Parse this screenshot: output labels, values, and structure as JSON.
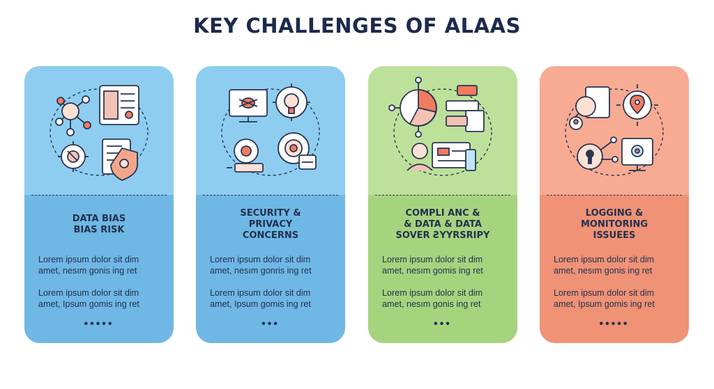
{
  "title": "KEY CHALLENGES OF ALAAS",
  "cards": [
    {
      "heading_lines": [
        "DATA BIAS",
        "BIAS RISK"
      ],
      "para1": [
        "Lorem ipsum dolor sit dim",
        "amet, nesım gonis ing ret"
      ],
      "para2": [
        "Lorem ipsum dolor sit dim",
        "amet, Ipsum gomis ing ret"
      ],
      "dots": "•••••",
      "colors": {
        "top": "#8ecdf0",
        "bottom": "#6fb7e4"
      },
      "icons": [
        "network-nodes-icon",
        "document-profile-icon",
        "gear-target-icon",
        "shield-checklist-icon"
      ]
    },
    {
      "heading_lines": [
        "SECURITY &",
        "PRIVACY",
        "CONCERNS"
      ],
      "para1": [
        "Lorem ipsum dolor sit dim",
        "amet, nesım gonris ing ret"
      ],
      "para2": [
        "Lorem ipsum dolor sit dim",
        "amet, Ipsum gomis ing ret"
      ],
      "dots": "•••",
      "colors": {
        "top": "#8ecdf0",
        "bottom": "#6fb7e4"
      },
      "icons": [
        "monitor-bug-icon",
        "gear-lightbulb-icon",
        "gear-laptop-icon",
        "gear-target-lock-icon"
      ]
    },
    {
      "heading_lines": [
        "COMPLI ANC &",
        "& DATA & DATA",
        "SOVER ƧYYRSRIPY"
      ],
      "para1": [
        "Lorem ipsum dolor sit dim",
        "amet, nesım gomis ing ret"
      ],
      "para2": [
        "Lorem ipsum dolor sit dim",
        "amet, nesım gonis ing ret"
      ],
      "dots": "•••",
      "colors": {
        "top": "#bde19a",
        "bottom": "#a6d47e"
      },
      "icons": [
        "pie-chart-network-icon",
        "chat-documents-icon",
        "person-dashboard-icon"
      ]
    },
    {
      "heading_lines": [
        "LOGGING &",
        "MONITORING",
        "ISSUEES"
      ],
      "para1": [
        "Lorem ipsum dolor sit dim",
        "amet, nesım gonis ing ret"
      ],
      "para2": [
        "Lorem ipsum dolor sit dim",
        "amet, Ipsum gomis ing ret"
      ],
      "dots": "•••••",
      "colors": {
        "top": "#f6ab92",
        "bottom": "#ef9276"
      },
      "icons": [
        "magnifier-profile-icon",
        "gear-location-icon",
        "keyhole-network-icon",
        "monitor-settings-icon"
      ]
    }
  ]
}
